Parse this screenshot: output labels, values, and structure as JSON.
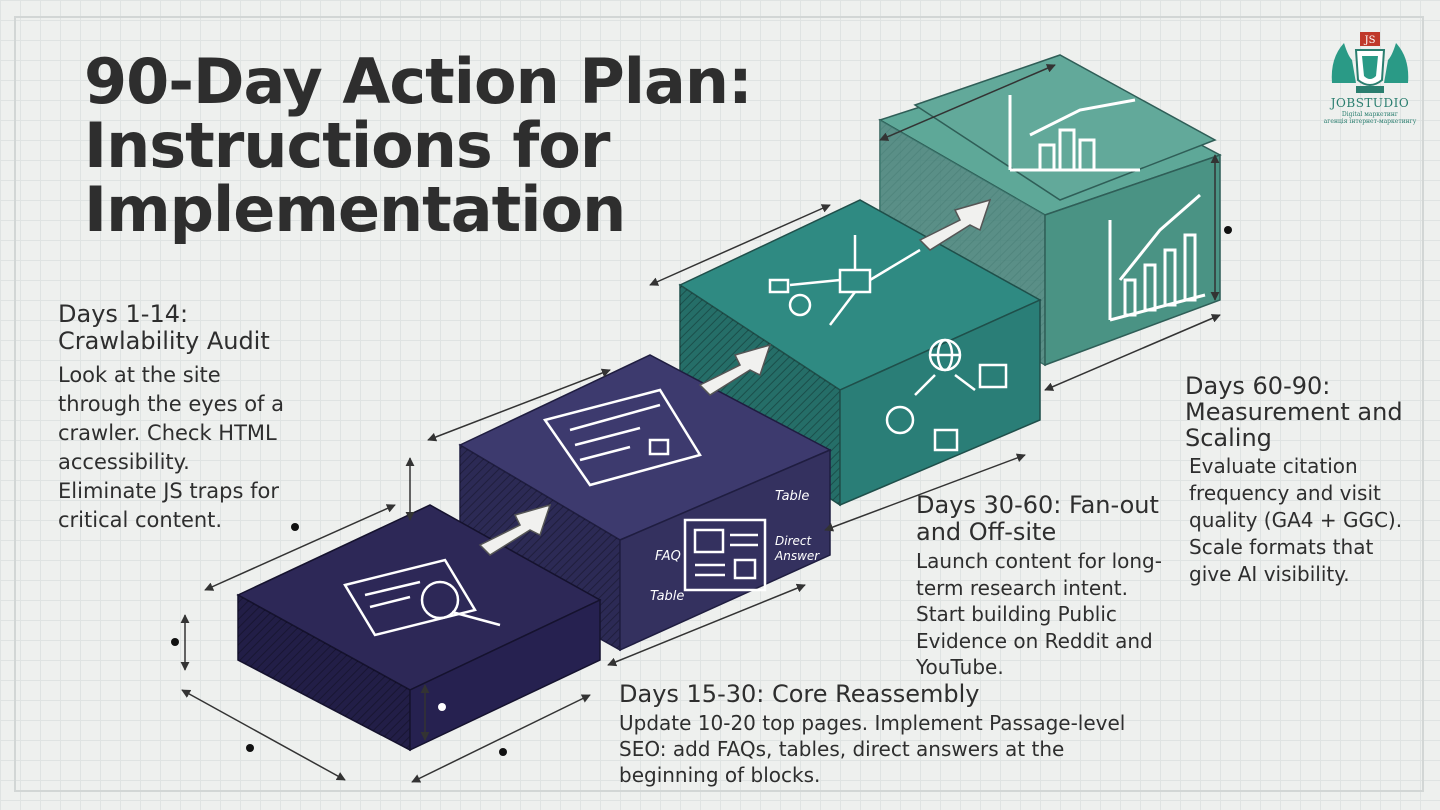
{
  "title_lines": [
    "90-Day Action Plan:",
    "Instructions for",
    "Implementation"
  ],
  "logo": {
    "emblem": "JS",
    "name": "JOBSTUDIO",
    "tagline": "Digital маркетинг",
    "tagline2": "агенція інтернет-маркетингу"
  },
  "steps": [
    {
      "title_lines": [
        "Days 1-14:",
        "Crawlability Audit"
      ],
      "body_lines": [
        "Look at the site",
        "through the eyes of a",
        "crawler. Check HTML",
        "accessibility.",
        "Eliminate JS traps for",
        "critical content."
      ],
      "color": "#2d2857"
    },
    {
      "title_lines": [
        "Days 15-30: Core Reassembly"
      ],
      "body_lines": [
        "Update 10-20 top pages. Implement Passage-level",
        "SEO: add FAQs, tables, direct answers at the",
        "beginning of blocks."
      ],
      "color": "#3d3a6e",
      "box_labels": [
        "FAQ",
        "Table",
        "Table",
        "Direct Answer"
      ]
    },
    {
      "title_lines": [
        "Days 30-60: Fan-out",
        "and Off-site"
      ],
      "body_lines": [
        "Launch content for long-",
        "term research intent.",
        "Start building Public",
        "Evidence on Reddit and",
        "YouTube."
      ],
      "color": "#2f8a82"
    },
    {
      "title_lines": [
        "Days 60-90:",
        "Measurement and",
        "Scaling"
      ],
      "body_lines": [
        "Evaluate citation",
        "frequency and visit",
        "quality (GA4 + GGC).",
        "Scale formats that",
        "give AI visibility."
      ],
      "color": "#4e9a8c"
    }
  ]
}
